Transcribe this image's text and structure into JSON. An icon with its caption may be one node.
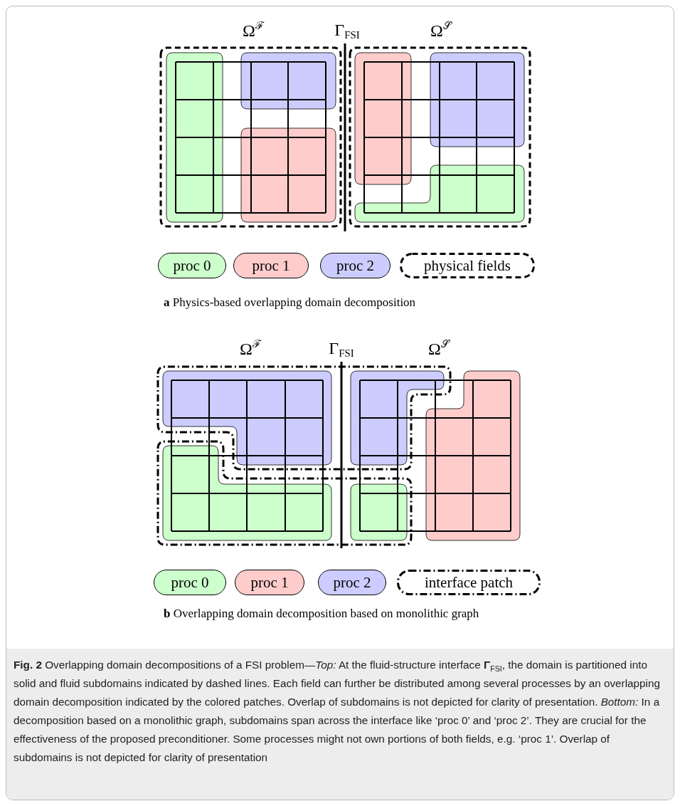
{
  "diagram": {
    "caption": "**Fig. 2** Overlapping domain decompositions of a FSI problem—*Top:* At the fluid-structure interface **Γ**$_{FSI}$, the domain is partitioned into solid and fluid subdomains indicated by dashed lines. Each field can further be distributed among several processes by an overlapping domain decomposition indicated by the colored patches. Overlap of subdomains is not depicted for clarity of presentation. *Bottom:* In a decomposition based on a monolithic graph, subdomains span across the interface like ‘proc 0’ and ‘proc 2’. They are crucial for the effectiveness of the proposed preconditioner. Some processes might not own portions of both fields, e.g. ‘proc 1’. Overlap of subdomains is not depicted for clarity of presentation",
    "labels": [
      "Ω$^{ℱ}$",
      "Γ$_{FSI}$",
      "Ω$^{𝒮}$",
      "**a** Physics-based overlapping domain decomposition",
      "Ω$^{ℱ}$",
      "Γ$_{FSI}$",
      "Ω$^{𝒮}$",
      "**b** Overlapping domain decomposition based on monolithic graph"
    ],
    "legend": [
      {
        "text": "proc 0",
        "color": "#ccffcc"
      },
      {
        "text": "proc 1",
        "color": "#ffcccc"
      },
      {
        "text": "proc 2",
        "color": "#ccccff"
      },
      {
        "text": "physical fields"
      },
      {
        "text": "proc 0",
        "color": "#ccffcc"
      },
      {
        "text": "proc 1",
        "color": "#ffcccc"
      },
      {
        "text": "proc 2",
        "color": "#ccccff"
      },
      {
        "text": "interface patch"
      }
    ]
  }
}
